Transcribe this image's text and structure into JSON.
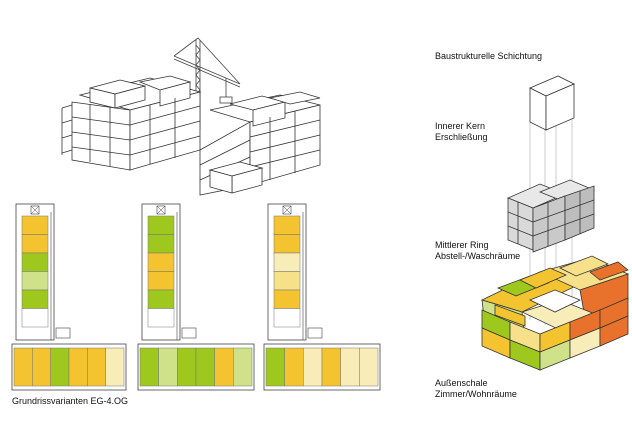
{
  "labels": {
    "schichtung_title": "Baustrukturelle Schichtung",
    "kern_line1": "Innerer Kern",
    "kern_line2": "Erschließung",
    "ring_line1": "Mittlerer Ring",
    "ring_line2": "Abstell-/Waschräume",
    "schale_line1": "Außenschale",
    "schale_line2": "Zimmer/Wohnräume",
    "grundriss_caption": "Grundrissvarianten EG-4.OG"
  },
  "colors": {
    "yellow": "#f4c430",
    "light_yellow": "#f7e08a",
    "pale_yellow": "#f8ecb8",
    "green": "#9ec81e",
    "light_green": "#cfe28a",
    "orange": "#e8722c",
    "gray_box": "#d9d9d9",
    "white_box": "#ffffff",
    "outline": "#333333"
  },
  "plans": [
    {
      "vertical_cells": [
        "yellow",
        "yellow",
        "green",
        "light_green",
        "green",
        "white"
      ],
      "horizontal_cells": [
        "yellow",
        "yellow",
        "green",
        "yellow",
        "yellow",
        "pale_yellow"
      ]
    },
    {
      "vertical_cells": [
        "green",
        "green",
        "yellow",
        "yellow",
        "green",
        "white"
      ],
      "horizontal_cells": [
        "green",
        "light_green",
        "green",
        "green",
        "yellow",
        "light_green"
      ]
    },
    {
      "vertical_cells": [
        "yellow",
        "yellow",
        "pale_yellow",
        "light_yellow",
        "yellow",
        "white"
      ],
      "horizontal_cells": [
        "green",
        "yellow",
        "pale_yellow",
        "yellow",
        "pale_yellow",
        "pale_yellow"
      ]
    }
  ]
}
